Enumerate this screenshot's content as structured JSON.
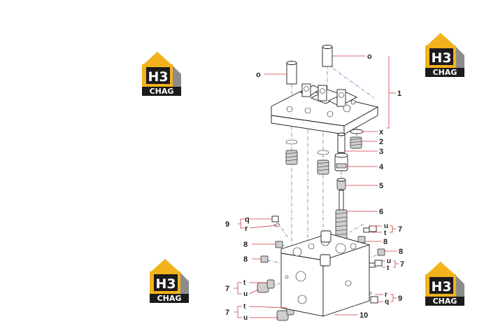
{
  "logo": {
    "brand_bottom": "CHAG",
    "mark": "H3",
    "colors": {
      "gold": "#f2b21b",
      "dark": "#1b1b1b",
      "grey": "#8c8c8c"
    }
  },
  "callouts": {
    "o_left": "o",
    "o_right": "o",
    "n1": "1",
    "x": "x",
    "n2": "2",
    "n3": "3",
    "n4": "4",
    "n5": "5",
    "n6": "6",
    "n9_top": "9",
    "q_top": "q",
    "r_top": "r",
    "u_right_top": "u",
    "t_right_top": "t",
    "n7_right_top": "7",
    "n8_right_top": "8",
    "n8_left_top": "8",
    "n8_right_mid": "8",
    "n8_left_mid": "8",
    "u_right_mid": "u",
    "t_right_mid": "t",
    "n7_right_mid": "7",
    "n7_left_top": "7",
    "t_left_top": "t",
    "u_left_top": "u",
    "r_bottom": "r",
    "q_bottom": "q",
    "n9_bottom": "9",
    "n7_left_bottom": "7",
    "t_left_bottom": "t",
    "u_left_bottom": "u",
    "n10": "10"
  }
}
